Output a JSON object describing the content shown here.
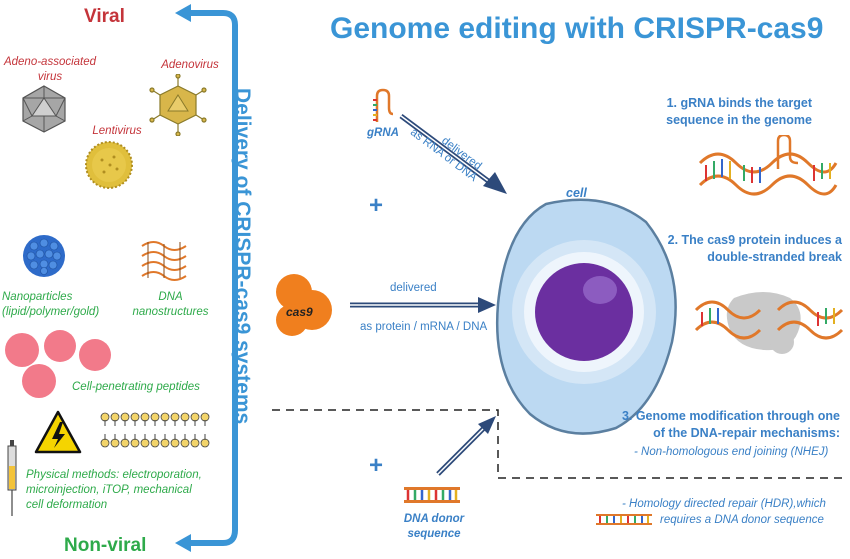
{
  "title": "Genome editing with CRISPR-cas9",
  "left_panel": {
    "vertical_label": "Delivery of CRISPR-cas9 systems",
    "viral_label": "Viral",
    "nonviral_label": "Non-viral",
    "adeno_associated_line1": "Adeno-associated",
    "adeno_associated_line2": "virus",
    "adenovirus": "Adenovirus",
    "lentivirus": "Lentivirus",
    "nanoparticles_line1": "Nanoparticles",
    "nanoparticles_line2": "(lipid/polymer/gold)",
    "dna_nano_line1": "DNA",
    "dna_nano_line2": "nanostructures",
    "cpp": "Cell-penetrating peptides",
    "physical_line1": "Physical methods: electroporation,",
    "physical_line2": "microinjection, iTOP, mechanical",
    "physical_line3": "cell deformation"
  },
  "center": {
    "grna_label": "gRNA",
    "delivered_rna_line1": "delivered",
    "delivered_rna_line2": "as RNA or DNA",
    "plus_top": "+",
    "cas9_label": "cas9",
    "delivered_protein_line1": "delivered",
    "delivered_protein_line2": "as protein / mRNA / DNA",
    "cell_label": "cell",
    "plus_bottom": "+",
    "donor_line1": "DNA donor",
    "donor_line2": "sequence"
  },
  "steps": {
    "step1_line1": "1. gRNA binds the target",
    "step1_line2": "sequence in the genome",
    "step2_line1": "2. The cas9 protein induces a",
    "step2_line2": "double-stranded break",
    "step3_line1": "3. Genome modification through one",
    "step3_line2": "of the DNA-repair mechanisms:",
    "nhej": "- Non-homologous end joining (NHEJ)",
    "hdr_line1": "- Homology directed repair (HDR),which",
    "hdr_line2": "requires a DNA donor sequence"
  },
  "colors": {
    "accent_blue": "#3a95d6",
    "viral_red": "#c4343a",
    "nonviral_green": "#2eaa4a",
    "cas9_orange": "#f07f1e",
    "nucleus_purple": "#6b2fa0"
  }
}
